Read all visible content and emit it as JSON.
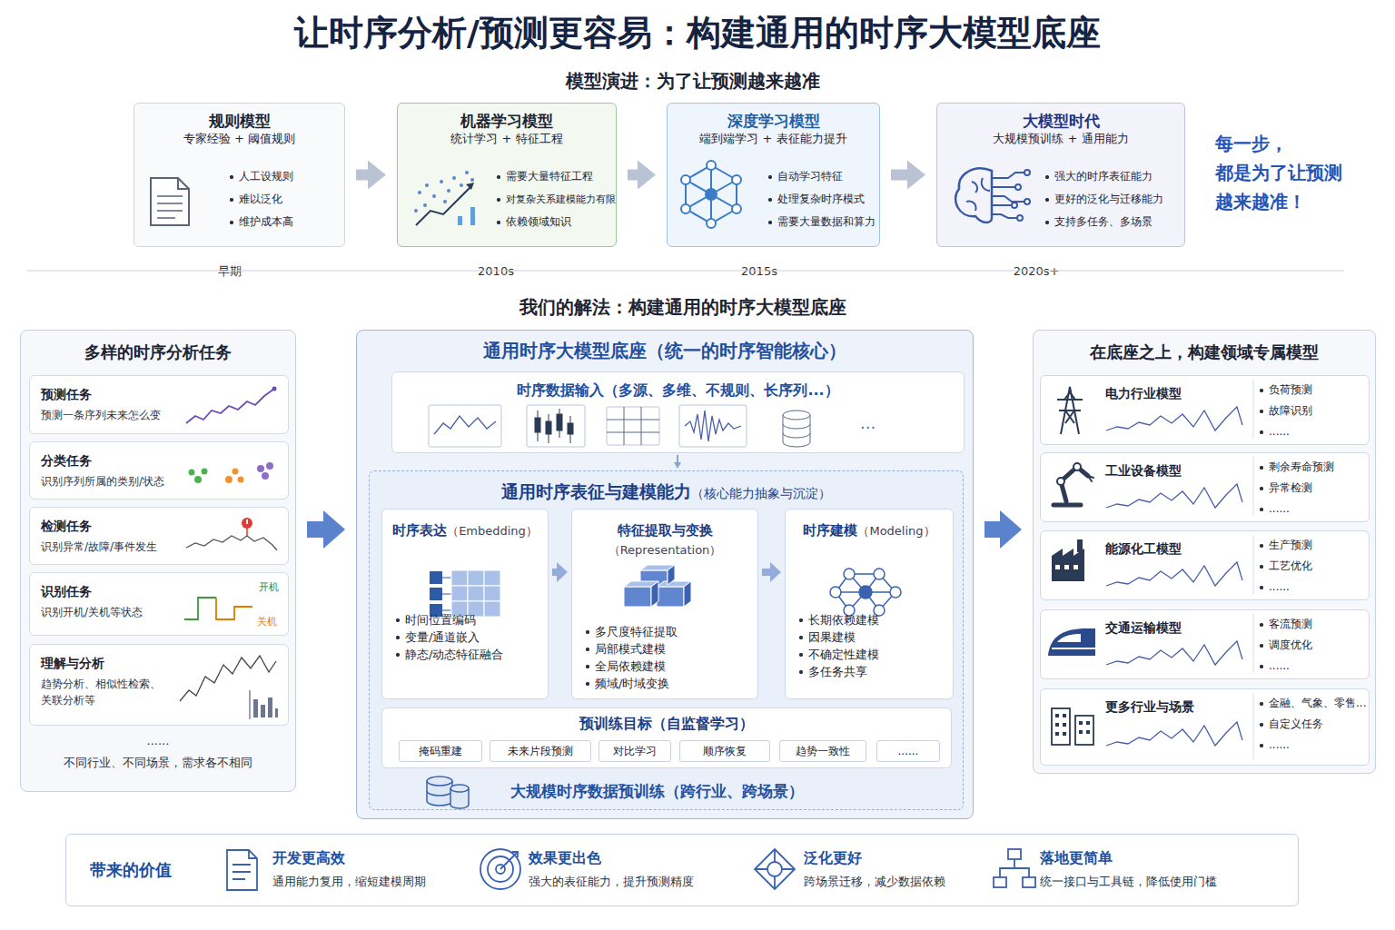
{
  "diagram": {
    "title": "让时序分析/预测更容易：构建通用的时序大模型底座",
    "nodes": [
      {
        "text": [
          "规则模型",
          "专家经验 + 阈值规则",
          "人工设规则",
          "难以泛化",
          "维护成本高"
        ]
      },
      {
        "text": [
          "机器学习模型",
          "统计学习 + 特征工程",
          "需要大量特征工程",
          "对复杂关系建模能力有限",
          "依赖领域知识"
        ]
      },
      {
        "text": [
          "深度学习模型",
          "端到端学习 + 表征能力提升",
          "自动学习特征",
          "处理复杂时序模式",
          "需要大量数据和算力"
        ]
      },
      {
        "text": [
          "大模型时代",
          "大规模预训练 + 通用能力",
          "强大的时序表征能力",
          "更好的泛化与迁移能力",
          "支持多任务、多场景"
        ]
      },
      {
        "text": [
          "多样的时序分析任务",
          "......",
          "不同行业、不同场景，需求各不相同"
        ]
      },
      {
        "text": [
          "预测任务",
          "预测一条序列未来怎么变"
        ],
        "in": 4
      },
      {
        "text": [
          "分类任务",
          "识别序列所属的类别/状态"
        ],
        "in": 4
      },
      {
        "text": [
          "检测任务",
          "识别异常/故障/事件发生"
        ],
        "in": 4
      },
      {
        "text": [
          "识别任务",
          "识别开机/关机等状态",
          "开机",
          "关机"
        ],
        "in": 4
      },
      {
        "text": [
          "理解与分析",
          "趋势分析、相似性检索、 关联分析等"
        ],
        "in": 4
      },
      {
        "text": [
          "通用时序大模型底座（统一的时序智能核心）"
        ]
      },
      {
        "text": [
          "时序数据输入（多源、多维、不规则、长序列...）",
          "..."
        ],
        "in": 10
      },
      {
        "text": [
          "通用时序表征与建模能力",
          "（核心能力抽象与沉淀）"
        ],
        "in": 10
      },
      {
        "text": [
          "时序表达",
          "（Embedding）",
          "时间位置编码",
          "变量/通道嵌入",
          "静态/动态特征融合"
        ],
        "in": 12
      },
      {
        "text": [
          "特征提取与变换",
          "（Representation）",
          "多尺度特征提取",
          "局部模式建模",
          "全局依赖建模",
          "频域/时域变换"
        ],
        "in": 12
      },
      {
        "text": [
          "时序建模",
          "（Modeling）",
          "长期依赖建模",
          "因果建模",
          "不确定性建模",
          "多任务共享"
        ],
        "in": 12
      },
      {
        "text": [
          "预训练目标（自监督学习）"
        ],
        "in": 12
      },
      {
        "text": [
          "掩码重建"
        ],
        "in": 16
      },
      {
        "text": [
          "未来片段预测"
        ],
        "in": 16
      },
      {
        "text": [
          "对比学习"
        ],
        "in": 16
      },
      {
        "text": [
          "顺序恢复"
        ],
        "in": 16
      },
      {
        "text": [
          "趋势一致性"
        ],
        "in": 16
      },
      {
        "text": [
          "......"
        ],
        "in": 16
      },
      {
        "text": [
          "大规模时序数据预训练（跨行业、跨场景）"
        ],
        "in": 12
      },
      {
        "text": [
          "在底座之上，构建领域专属模型"
        ]
      },
      {
        "text": [
          "电力行业模型",
          "负荷预测",
          "故障识别",
          "......"
        ],
        "in": 24
      },
      {
        "text": [
          "工业设备模型",
          "剩余寿命预测",
          "异常检测",
          "......"
        ],
        "in": 24
      },
      {
        "text": [
          "能源化工模型",
          "生产预测",
          "工艺优化",
          "......"
        ],
        "in": 24
      },
      {
        "text": [
          "交通运输模型",
          "客流预测",
          "调度优化",
          "......"
        ],
        "in": 24
      },
      {
        "text": [
          "更多行业与场景",
          "金融、气象、零售...",
          "自定义任务",
          "......"
        ],
        "in": 24
      },
      {
        "text": [
          "带来的价值"
        ]
      },
      {
        "text": [
          "开发更高效",
          "通用能力复用，缩短建模周期"
        ],
        "in": 30
      },
      {
        "text": [
          "效果更出色",
          "强大的表征能力，提升预测精度"
        ],
        "in": 30
      },
      {
        "text": [
          "泛化更好",
          "跨场景迁移，减少数据依赖"
        ],
        "in": 30
      },
      {
        "text": [
          "落地更简单",
          "统一接口与工具链，降低使用门槛"
        ],
        "in": 30
      }
    ],
    "edges": [
      {
        "from": 0,
        "to": 1,
        "arrow": "to"
      },
      {
        "from": 1,
        "to": 2,
        "arrow": "to"
      },
      {
        "from": 2,
        "to": 3,
        "arrow": "to"
      },
      {
        "from": 4,
        "to": 10,
        "arrow": "to"
      },
      {
        "from": 10,
        "to": 24,
        "arrow": "to"
      },
      {
        "from": 11,
        "to": 12,
        "arrow": "to"
      },
      {
        "from": 13,
        "to": 14,
        "arrow": "to"
      },
      {
        "from": 14,
        "to": 15,
        "arrow": "to"
      }
    ],
    "labels": [
      "模型演进：为了让预测越来越准",
      "早期",
      "2010s",
      "2015s",
      "2020s+",
      "每一步， 都是为了让预测 越来越准！",
      "我们的解法：构建通用的时序大模型底座"
    ]
  }
}
